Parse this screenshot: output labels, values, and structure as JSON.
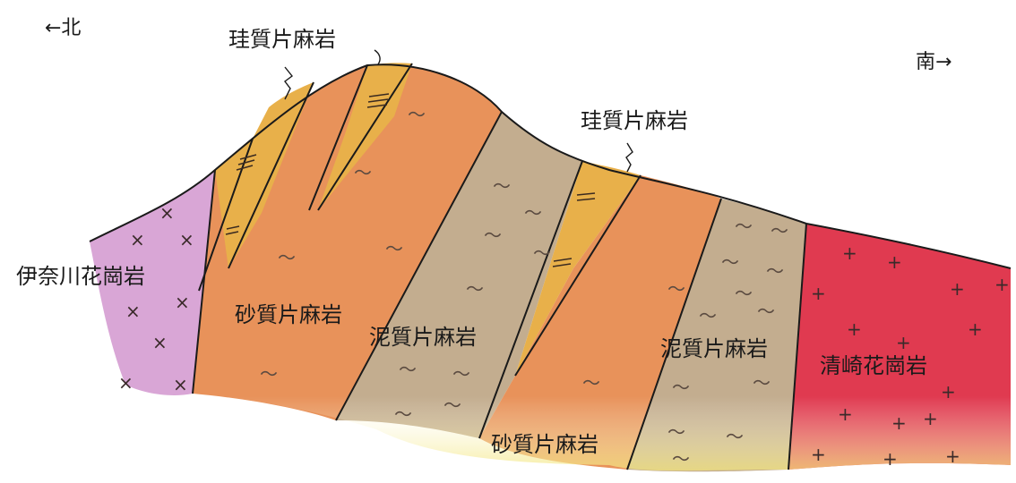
{
  "directions": {
    "north": "←北",
    "south": "南→"
  },
  "labels": {
    "ina_granite": "伊奈川花崗岩",
    "kiyosaki_granite": "清崎花崗岩",
    "siliceous_schist_top": "珪質片麻岩",
    "siliceous_schist_mid": "珪質片麻岩",
    "sandy_gneiss_left": "砂質片麻岩",
    "sandy_gneiss_bottom": "砂質片麻岩",
    "muddy_gneiss_left": "泥質片麻岩",
    "muddy_gneiss_right": "泥質片麻岩"
  },
  "colors": {
    "ina_granite": "#d9a6d6",
    "sandy_gneiss": "#e8925a",
    "siliceous_schist": "#e8b04a",
    "muddy_gneiss": "#c3ad8f",
    "kiyosaki_granite": "#e03a50",
    "bottom_tint": "#f1e26a"
  },
  "symbols": {
    "granite_ina": "×",
    "granite_kiyosaki": "+",
    "gneiss": "～"
  }
}
